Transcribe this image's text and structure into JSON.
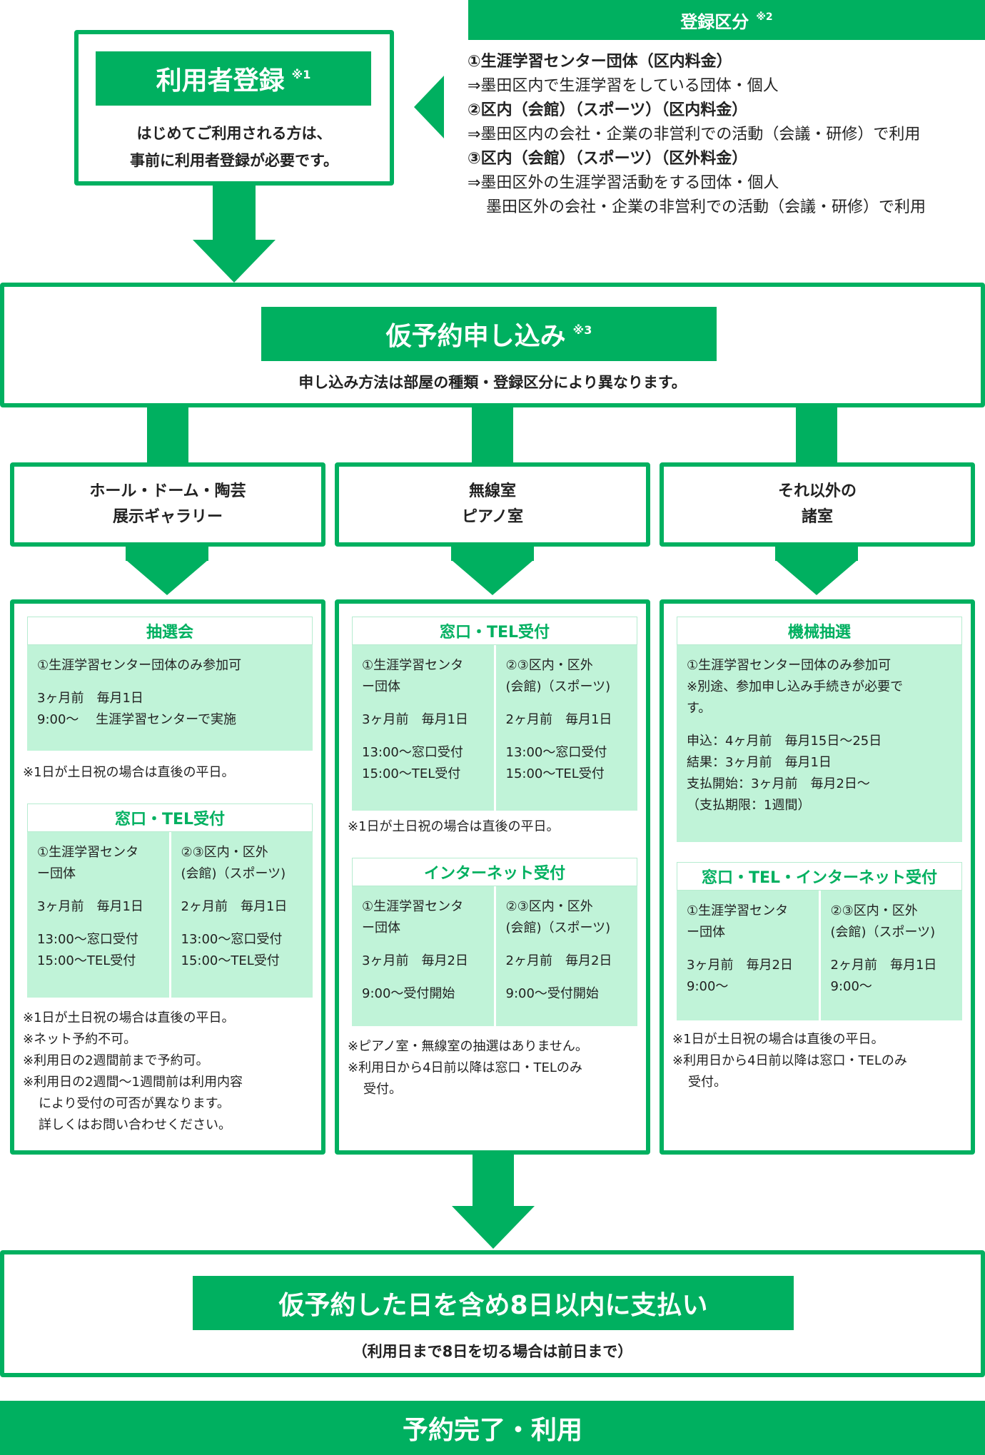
{
  "registration": {
    "title": "利用者登録",
    "title_note": "※1",
    "desc": [
      "はじめてご利用される方は、",
      "事前に利用者登録が必要です。"
    ]
  },
  "category_panel": {
    "title": "登録区分",
    "title_note": "※2",
    "items": [
      {
        "heading": "①生涯学習センター団体（区内料金）",
        "lines": [
          "⇒墨田区内で生涯学習をしている団体・個人"
        ]
      },
      {
        "heading": "②区内（会館）（スポーツ）（区内料金）",
        "lines": [
          "⇒墨田区内の会社・企業の非営利での活動（会議・研修）で利用"
        ]
      },
      {
        "heading": "③区内（会館）（スポーツ）（区外料金）",
        "lines": [
          "⇒墨田区外の生涯学習活動をする団体・個人",
          "墨田区外の会社・企業の非営利での活動（会議・研修）で利用"
        ]
      }
    ]
  },
  "provisional": {
    "title": "仮予約申し込み",
    "title_note": "※3",
    "desc": "申し込み方法は部屋の種類・登録区分により異なります。"
  },
  "room_types": [
    [
      "ホール・ドーム・陶芸",
      "展示ギャラリー"
    ],
    [
      "無線室",
      "ピアノ室"
    ],
    [
      "それ以外の",
      "諸室"
    ]
  ],
  "col1": {
    "lottery": {
      "title": "抽選会",
      "lines": [
        "①生涯学習センター団体のみ参加可",
        "",
        "3ヶ月前　毎月1日",
        "9:00～　 生涯学習センターで実施"
      ]
    },
    "lottery_note": "※1日が土日祝の場合は直後の平日。",
    "counter": {
      "title": "窓口・TEL受付",
      "left": [
        "①生涯学習センタ",
        "ー団体",
        "",
        "3ヶ月前　毎月1日",
        "",
        "13:00～窓口受付",
        "15:00～TEL受付"
      ],
      "right": [
        "②③区内・区外",
        "(会館)（スポーツ)",
        "",
        "2ヶ月前　毎月1日",
        "",
        "13:00～窓口受付",
        "15:00～TEL受付"
      ]
    },
    "notes": [
      "※1日が土日祝の場合は直後の平日。",
      "※ネット予約不可。",
      "※利用日の2週間前まで予約可。",
      "※利用日の2週間～1週間前は利用内容",
      "により受付の可否が異なります。",
      "詳しくはお問い合わせください。"
    ]
  },
  "col2": {
    "counter": {
      "title": "窓口・TEL受付",
      "left": [
        "①生涯学習センタ",
        "ー団体",
        "",
        "3ヶ月前　毎月1日",
        "",
        "13:00～窓口受付",
        "15:00～TEL受付"
      ],
      "right": [
        "②③区内・区外",
        "(会館)（スポーツ)",
        "",
        "2ヶ月前　毎月1日",
        "",
        "13:00～窓口受付",
        "15:00～TEL受付"
      ]
    },
    "counter_note": "※1日が土日祝の場合は直後の平日。",
    "internet": {
      "title": "インターネット受付",
      "left": [
        "①生涯学習センタ",
        "ー団体",
        "",
        "3ヶ月前　毎月2日",
        "",
        "9:00～受付開始"
      ],
      "right": [
        "②③区内・区外",
        "(会館)（スポーツ)",
        "",
        "2ヶ月前　毎月2日",
        "",
        "9:00～受付開始"
      ]
    },
    "notes": [
      "※ピアノ室・無線室の抽選はありません。",
      "※利用日から4日前以降は窓口・TELのみ",
      "受付。"
    ]
  },
  "col3": {
    "machine": {
      "title": "機械抽選",
      "lines": [
        "①生涯学習センター団体のみ参加可",
        "※別途、参加申し込み手続きが必要で",
        "す。",
        "",
        "申込：4ヶ月前　毎月15日～25日",
        "結果：3ヶ月前　毎月1日",
        "支払開始：3ヶ月前　毎月2日～",
        "（支払期限：1週間）"
      ]
    },
    "all": {
      "title": "窓口・TEL・インターネット受付",
      "left": [
        "①生涯学習センタ",
        "ー団体",
        "",
        "3ヶ月前　毎月2日",
        "9:00～"
      ],
      "right": [
        "②③区内・区外",
        "(会館)（スポーツ)",
        "",
        "2ヶ月前　毎月1日",
        "9:00～"
      ]
    },
    "notes": [
      "※1日が土日祝の場合は直後の平日。",
      "※利用日から4日前以降は窓口・TELのみ",
      "受付。"
    ]
  },
  "payment": {
    "title": "仮予約した日を含め8日以内に支払い",
    "desc": "（利用日まで8日を切る場合は前日まで）"
  },
  "final": {
    "title": "予約完了・利用"
  },
  "colors": {
    "green": "#00b060",
    "mint": "#c0f3d8"
  }
}
